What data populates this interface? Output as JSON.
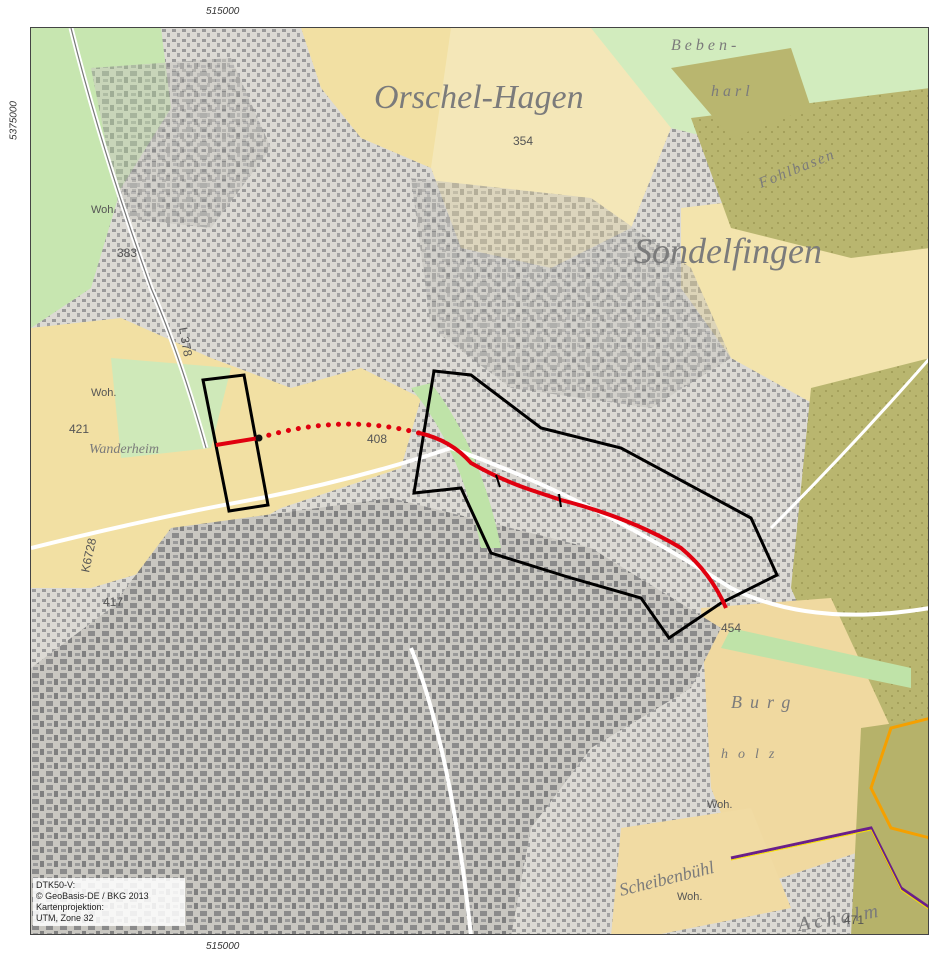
{
  "coordinates": {
    "easting_top": "515000",
    "easting_bottom": "515000",
    "northing_left": "5375000"
  },
  "place_labels": {
    "orschel_hagen": "Orschel-Hagen",
    "sondelfingen": "Sondelfingen",
    "beben": "Beben-",
    "harl": "harl",
    "fohlbasen": "Fohlbasen",
    "burg": "Burg",
    "holz": "holz",
    "scheibenbuhl": "Scheibenbühl",
    "achalm": "Achalm",
    "wanderheim": "Wanderheim",
    "woh": "Woh.",
    "woh2": "Woh.",
    "woh3": "Woh.",
    "woh4": "Woh."
  },
  "elevations": {
    "e354": "354",
    "e383": "383",
    "e421": "421",
    "e408": "408",
    "e417": "417",
    "e454": "454",
    "e471": "471"
  },
  "road_labels": {
    "k6728": "K6728",
    "l378": "L 378"
  },
  "credits": {
    "line1": "DTK50-V:",
    "line2": "© GeoBasis-DE / BKG 2013",
    "line3": "Kartenprojektion:",
    "line4": "UTM, Zone 32"
  },
  "colors": {
    "route": "#e0000f",
    "outline": "#000000",
    "forest": "#b5b36a",
    "field": "#f3e3a6",
    "urban": "#8f8f8f",
    "green": "#bfe3a8",
    "boundary_orange": "#f5a000",
    "boundary_purple": "#6a1f8a"
  }
}
